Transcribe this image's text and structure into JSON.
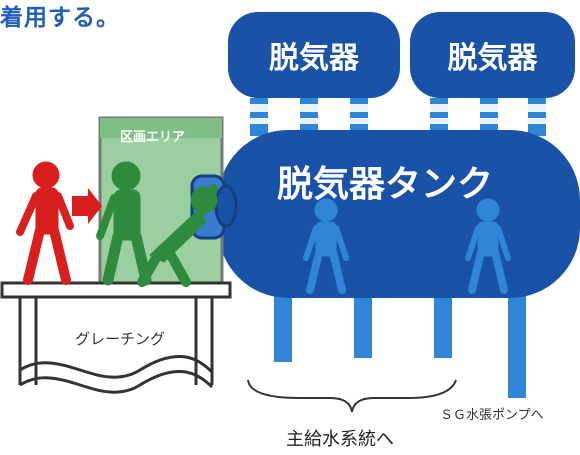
{
  "title": "着用する。",
  "deaerators": [
    "脱気器",
    "脱気器"
  ],
  "tank": {
    "label": "脱気器タンク"
  },
  "area": {
    "label": "区画エリア"
  },
  "grating": {
    "label": "グレーチング"
  },
  "outlets": {
    "main_feed_water": "主給水系統へ",
    "sg_pump": "ＳＧ水張ポンプへ"
  },
  "colors": {
    "tank_blue": "#1a52a8",
    "pipe_blue": "#2f86d6",
    "red_figure": "#d91e1e",
    "green_figure": "#2e8a3c",
    "area_green": "#9ccfa0"
  }
}
